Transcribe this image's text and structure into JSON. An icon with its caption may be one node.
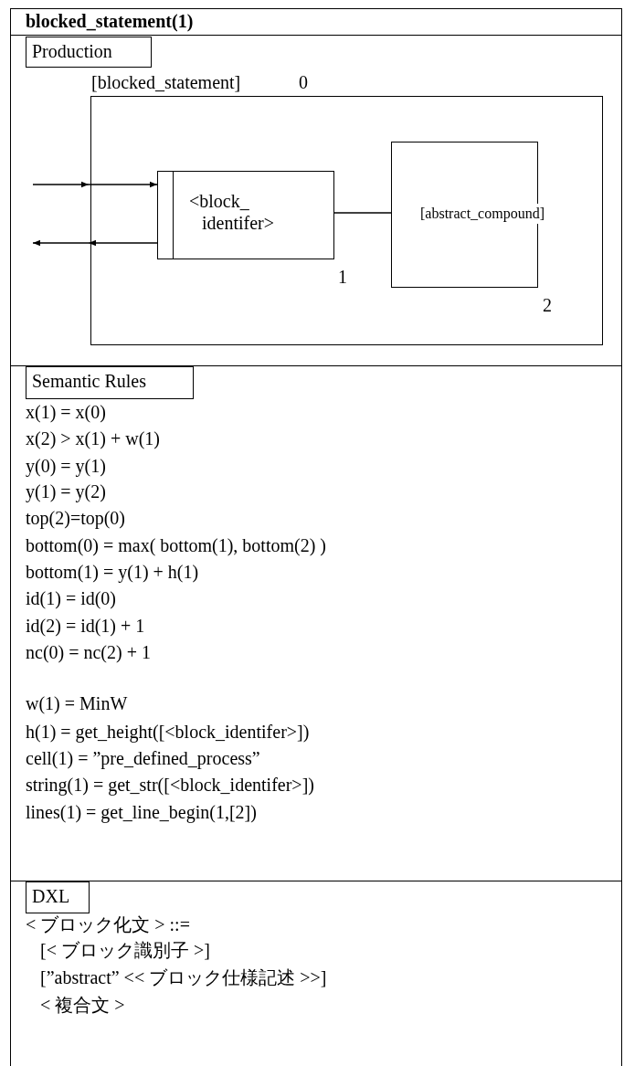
{
  "diagram": {
    "title": "blocked_statement(1)",
    "nodes": [
      {
        "text": [
          "Production"
        ]
      },
      {
        "text": [
          "[blocked_statement]"
        ],
        "beside": [
          "0"
        ]
      },
      {
        "text": [
          "<block_ identifer>"
        ],
        "beside": [
          "1"
        ],
        "in": 1
      },
      {
        "text": [
          "[abstract_compound]"
        ],
        "beside": [
          "2"
        ],
        "in": 1
      },
      {
        "text": [
          "Semantic Rules"
        ]
      },
      {
        "text": [
          "DXL"
        ]
      }
    ],
    "edges": [
      {
        "from": null,
        "to": 2,
        "arrow": "to"
      },
      {
        "from": 2,
        "to": null,
        "arrow": "to"
      },
      {
        "from": 2,
        "to": 3,
        "arrow": "none"
      }
    ],
    "labels": [
      "x(1) = x(0)",
      "x(2) > x(1) + w(1)",
      "y(0) = y(1)",
      "y(1) = y(2)",
      "top(2)=top(0)",
      "bottom(0) = max( bottom(1), bottom(2) )",
      "bottom(1) = y(1) + h(1)",
      "id(1) = id(0)",
      "id(2) = id(1) + 1",
      "nc(0) = nc(2) + 1",
      "w(1) = MinW",
      "h(1) = get_height([<block_identifer>])",
      "cell(1) = ”pre_defined_process”",
      "string(1) = get_str([<block_identifer>])",
      "lines(1) = get_line_begin(1,[2])",
      "< ブロック化文 >  ::=",
      "[< ブロック識別子 >]",
      "[”abstract”  << ブロック仕様記述 >>]",
      "< 複合文 >"
    ]
  }
}
